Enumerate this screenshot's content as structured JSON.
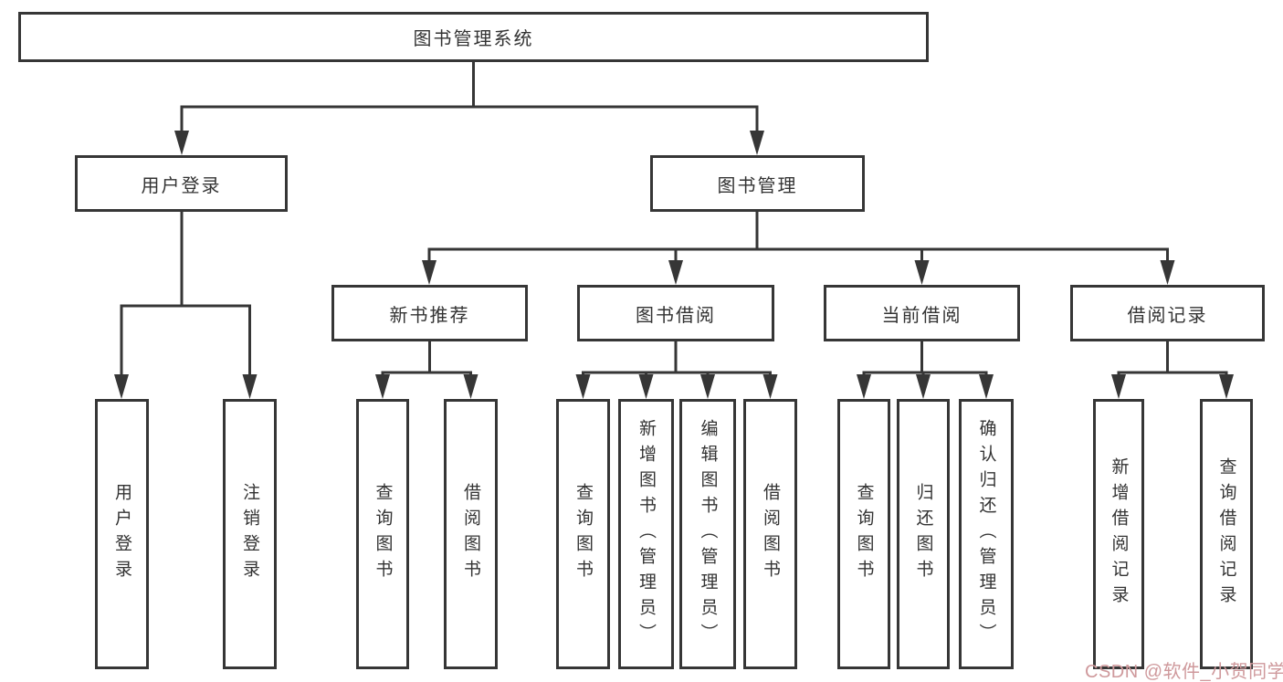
{
  "tree": {
    "label": "图书管理系统",
    "children": [
      {
        "label": "用户登录",
        "children": [
          {
            "label": "用户登录"
          },
          {
            "label": "注销登录"
          }
        ]
      },
      {
        "label": "图书管理",
        "children": [
          {
            "label": "新书推荐",
            "children": [
              {
                "label": "查询图书"
              },
              {
                "label": "借阅图书"
              }
            ]
          },
          {
            "label": "图书借阅",
            "children": [
              {
                "label": "查询图书"
              },
              {
                "label": "新增图书（管理员）"
              },
              {
                "label": "编辑图书（管理员）"
              },
              {
                "label": "借阅图书"
              }
            ]
          },
          {
            "label": "当前借阅",
            "children": [
              {
                "label": "查询图书"
              },
              {
                "label": "归还图书"
              },
              {
                "label": "确认归还（管理员）"
              }
            ]
          },
          {
            "label": "借阅记录",
            "children": [
              {
                "label": "新增借阅记录"
              },
              {
                "label": "查询借阅记录"
              }
            ]
          }
        ]
      }
    ]
  },
  "watermark": {
    "text": "CSDN @软件_小贺同学"
  },
  "colors": {
    "line": "#363636",
    "box_border": "#363636",
    "text": "#333333",
    "watermark": "#cf999c",
    "background": "#ffffff"
  }
}
